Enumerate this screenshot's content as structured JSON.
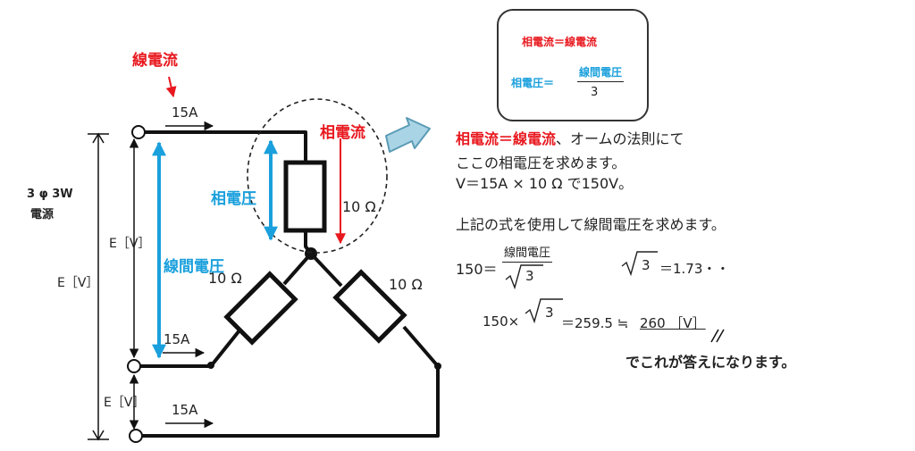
{
  "diagram": {
    "line_current_label": "線電流",
    "phase_current_label": "相電流",
    "phase_voltage_label": "相電圧",
    "line_voltage_label": "線間電圧",
    "source_label_line1": "3 φ 3W",
    "source_label_line2": "電源",
    "current_top": "15A",
    "current_mid": "15A",
    "current_bottom": "15A",
    "resistor_top": "10 Ω",
    "resistor_left": "10 Ω",
    "resistor_right": "10 Ω",
    "voltage_outer": "E［V］",
    "voltage_upper": "E［V］",
    "voltage_lower": "E［V］"
  },
  "formula_box": {
    "line1": "相電流＝線電流",
    "phase_voltage": "相電圧＝",
    "numerator": "線間電圧",
    "denominator_value": "3"
  },
  "explanation": {
    "emph": "相電流＝線電流",
    "line1_rest": "、オームの法則にて",
    "line2": "ここの相電圧を求めます。",
    "line3": "V＝15A × 10 Ω で150V。",
    "line4": "上記の式を使用して線間電圧を求めます。",
    "eq1_left": "150＝",
    "eq1_numerator": "線間電圧",
    "eq1_denominator": "3",
    "sqrt3_value": "3",
    "sqrt3_result": "＝1.73・・",
    "eq2_left": "150×",
    "eq2_sqrt": "3",
    "eq2_mid": "＝259.5 ≒ ",
    "eq2_answer": "260 ［V］",
    "conclusion": "でこれが答えになります。"
  },
  "colors": {
    "red": "#e8181e",
    "blue": "#1aa0dc",
    "arrow_fill": "#a9d4e6",
    "arrow_stroke": "#5b9bb5"
  }
}
